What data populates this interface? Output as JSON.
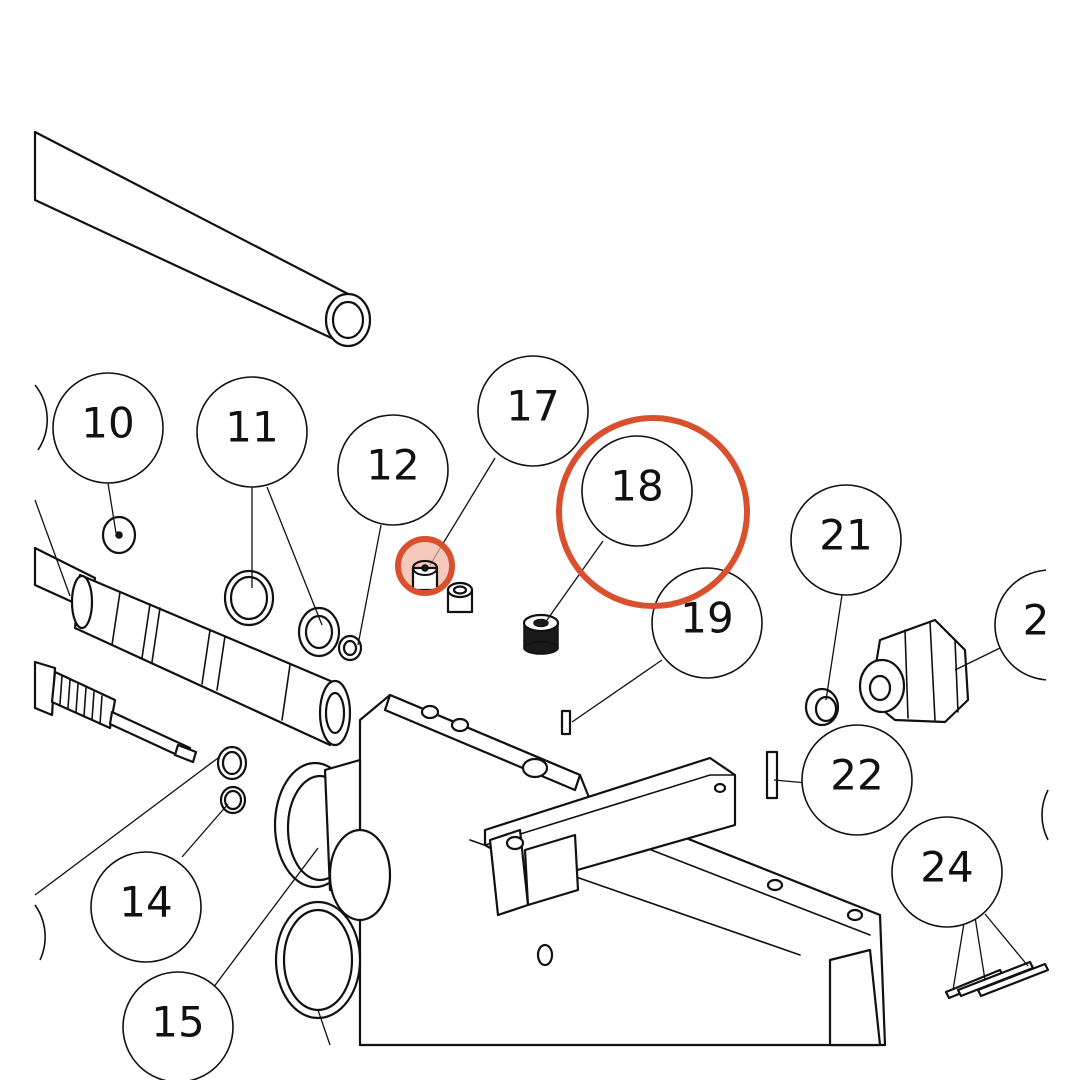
{
  "callouts": [
    {
      "label": "10"
    },
    {
      "label": "11"
    },
    {
      "label": "12"
    },
    {
      "label": "17"
    },
    {
      "label": "18"
    },
    {
      "label": "19"
    },
    {
      "label": "21"
    },
    {
      "label": "2"
    },
    {
      "label": "22"
    },
    {
      "label": "24"
    },
    {
      "label": "14"
    },
    {
      "label": "15"
    }
  ],
  "highlight": {
    "color": "#d9502e",
    "fill_color": "#f2b8a6",
    "targets": [
      "18",
      "17"
    ]
  }
}
